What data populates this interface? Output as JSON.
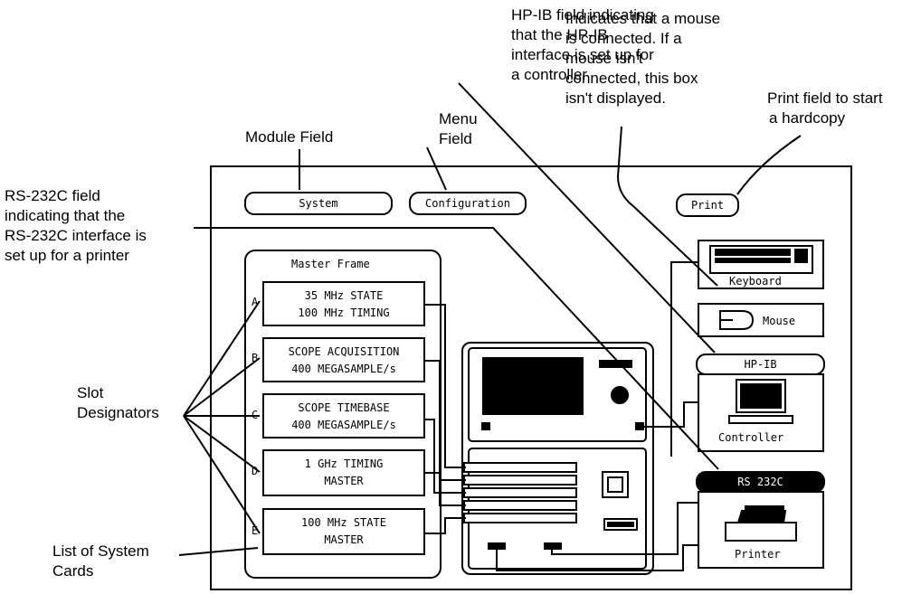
{
  "annotations": {
    "hpib": [
      "HP-IB field indicating",
      "that the HP-IB",
      "interface is set up for",
      "a  controller"
    ],
    "mouse": [
      "Indicates that a mouse",
      "is connected.  If a",
      "mouse isn't",
      "connected,  this box",
      "isn't displayed."
    ],
    "print": [
      "Print field to start",
      "a  hardcopy"
    ],
    "menu": [
      "Menu",
      "Field"
    ],
    "module": "Module Field",
    "rs232": [
      "RS-232C field",
      "indicating that the",
      "RS-232C interface is",
      "set up for a printer"
    ],
    "slot": [
      "Slot",
      "Designators"
    ],
    "cards": [
      "List of System",
      "Cards"
    ]
  },
  "screen": {
    "system_button": "System",
    "config_button": "Configuration",
    "print_button": "Print",
    "master_frame": "Master Frame",
    "cards": [
      {
        "slot": "A",
        "line1": "35 MHz STATE",
        "line2": "100 MHz TIMING"
      },
      {
        "slot": "B",
        "line1": "SCOPE ACQUISITION",
        "line2": "400 MEGASAMPLE/s"
      },
      {
        "slot": "C",
        "line1": "SCOPE TIMEBASE",
        "line2": "400 MEGASAMPLE/s"
      },
      {
        "slot": "D",
        "line1": "1 GHz TIMING",
        "line2": "MASTER"
      },
      {
        "slot": "E",
        "line1": "100 MHz STATE",
        "line2": "MASTER"
      }
    ],
    "keyboard": "Keyboard",
    "mouse": "Mouse",
    "hpib": "HP-IB",
    "controller": "Controller",
    "rs232": "RS 232C",
    "printer": "Printer"
  }
}
